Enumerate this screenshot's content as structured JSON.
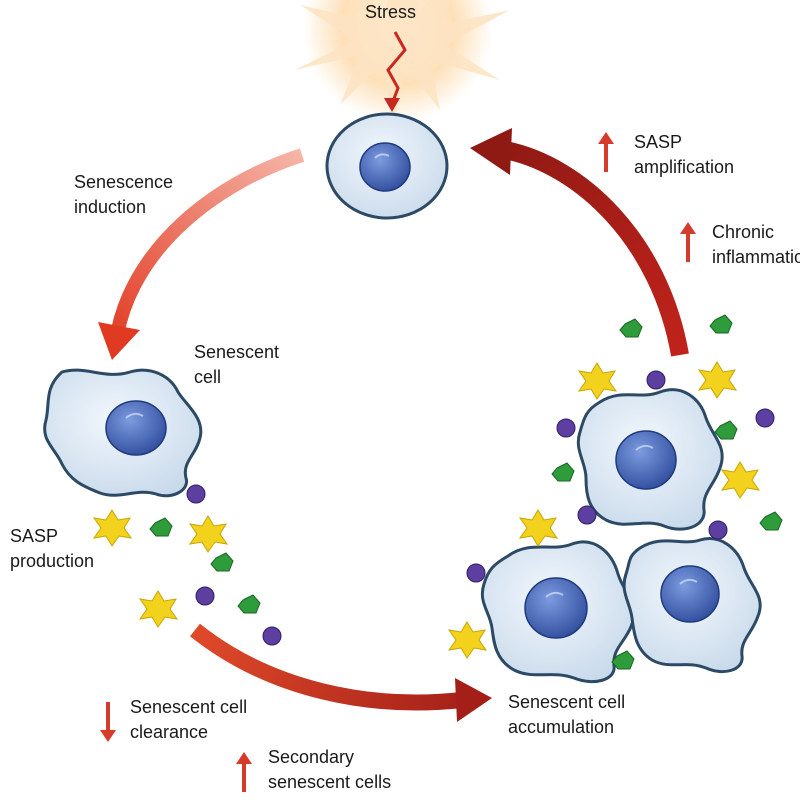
{
  "labels": {
    "stress": "Stress",
    "senescence_induction": [
      "Senescence",
      "induction"
    ],
    "senescent_cell": [
      "Senescent",
      "cell"
    ],
    "sasp_production": [
      "SASP",
      "production"
    ],
    "sasp_amplification": [
      "SASP",
      "amplification"
    ],
    "chronic_inflammation": [
      "Chronic",
      "inflammation"
    ],
    "senescent_cell_clearance": [
      "Senescent cell",
      "clearance"
    ],
    "secondary_senescent_cells": [
      "Secondary",
      "senescent cells"
    ],
    "senescent_cell_accumulation": [
      "Senescent cell",
      "accumulation"
    ]
  },
  "indicators": {
    "sasp_amplification": "up",
    "chronic_inflammation": "up",
    "senescent_cell_clearance": "down",
    "secondary_senescent_cells": "up"
  },
  "colors": {
    "arrow_light": "#f0a090",
    "arrow_mid": "#e04a2a",
    "arrow_dark": "#a31f18",
    "indicator": "#d63a2a",
    "cell_fill": "#dde9f4",
    "cell_outline": "#2c4a66",
    "nucleus": "#3f62b4",
    "sasp_purple": "#5c3fa0",
    "sasp_green": "#2e9c3a",
    "sasp_yellow": "#f2d21c",
    "sun": "#fbd7a8"
  }
}
